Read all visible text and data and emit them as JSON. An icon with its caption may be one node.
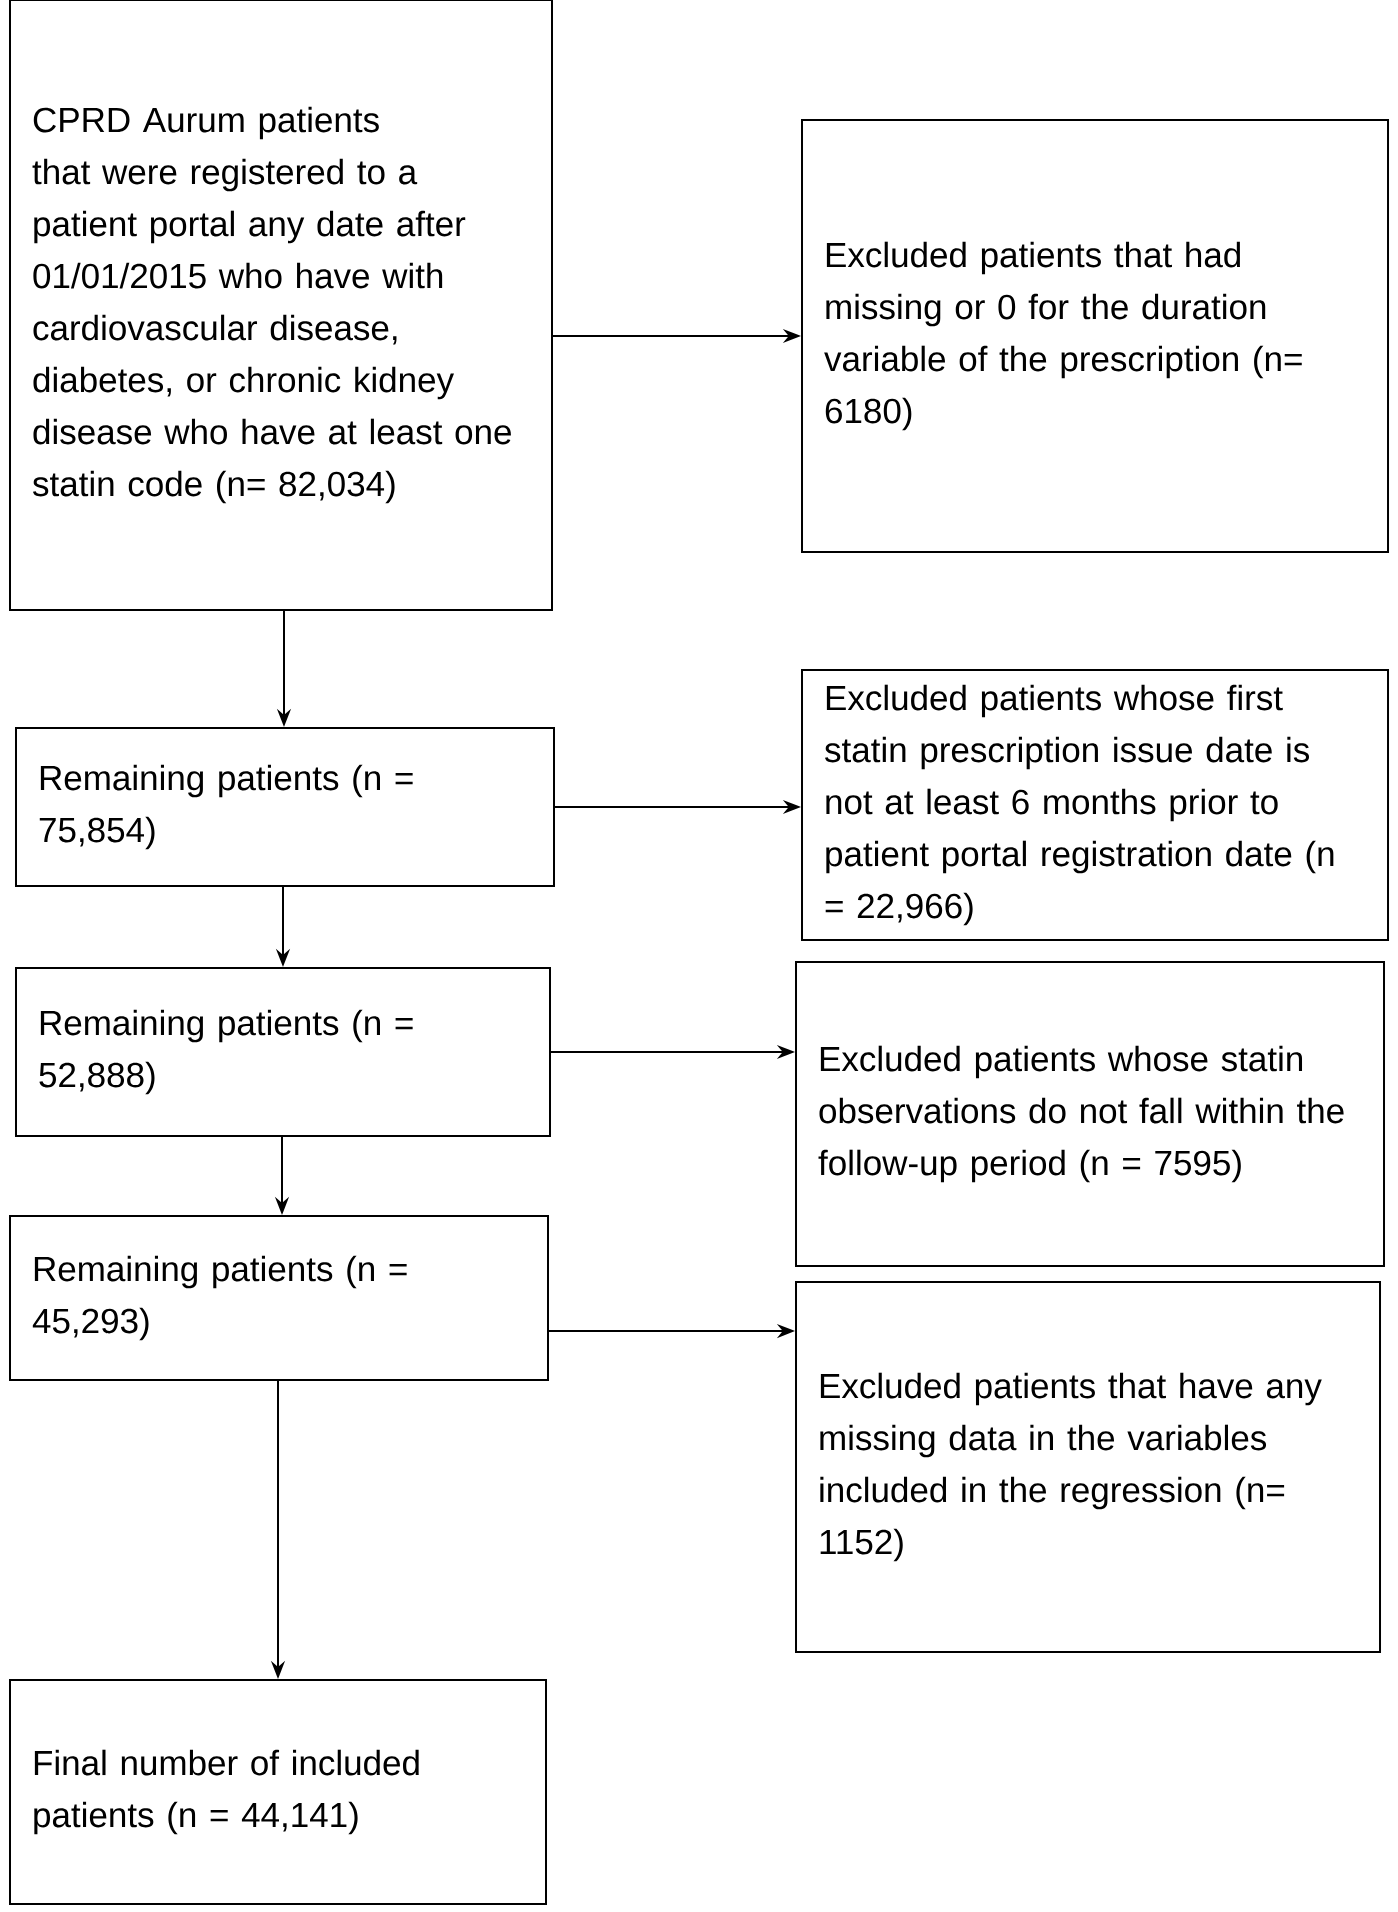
{
  "diagram": {
    "nodes": [
      {
        "text": [
          "CPRD Aurum patients that were registered to a patient portal any date after 01/01/2015 who have with cardiovascular disease, diabetes, or chronic kidney disease who have at least one statin code (n= 82,034)"
        ]
      },
      {
        "text": [
          "Excluded patients that had missing or 0 for the duration variable of the prescription (n= 6180)"
        ]
      },
      {
        "text": [
          "Remaining patients (n = 75,854)"
        ]
      },
      {
        "text": [
          "Excluded patients whose first statin prescription issue date is not at least 6 months prior to patient portal registration date (n = 22,966)"
        ]
      },
      {
        "text": [
          "Remaining patients (n = 52,888)"
        ]
      },
      {
        "text": [
          "Excluded patients whose statin observations do not fall within the follow-up period (n = 7595)"
        ]
      },
      {
        "text": [
          "Remaining patients (n = 45,293)"
        ]
      },
      {
        "text": [
          "Excluded patients that have any missing data in the variables included in the regression (n= 1152)"
        ]
      },
      {
        "text": [
          "Final number of included patients (n = 44,141)"
        ]
      }
    ],
    "edges": [
      {
        "from": 0,
        "to": 1,
        "arrow": "to"
      },
      {
        "from": 0,
        "to": 2,
        "arrow": "to"
      },
      {
        "from": 2,
        "to": 3,
        "arrow": "to"
      },
      {
        "from": 2,
        "to": 4,
        "arrow": "to"
      },
      {
        "from": 4,
        "to": 5,
        "arrow": "to"
      },
      {
        "from": 4,
        "to": 6,
        "arrow": "to"
      },
      {
        "from": 6,
        "to": 7,
        "arrow": "to"
      },
      {
        "from": 6,
        "to": 8,
        "arrow": "to"
      }
    ]
  }
}
